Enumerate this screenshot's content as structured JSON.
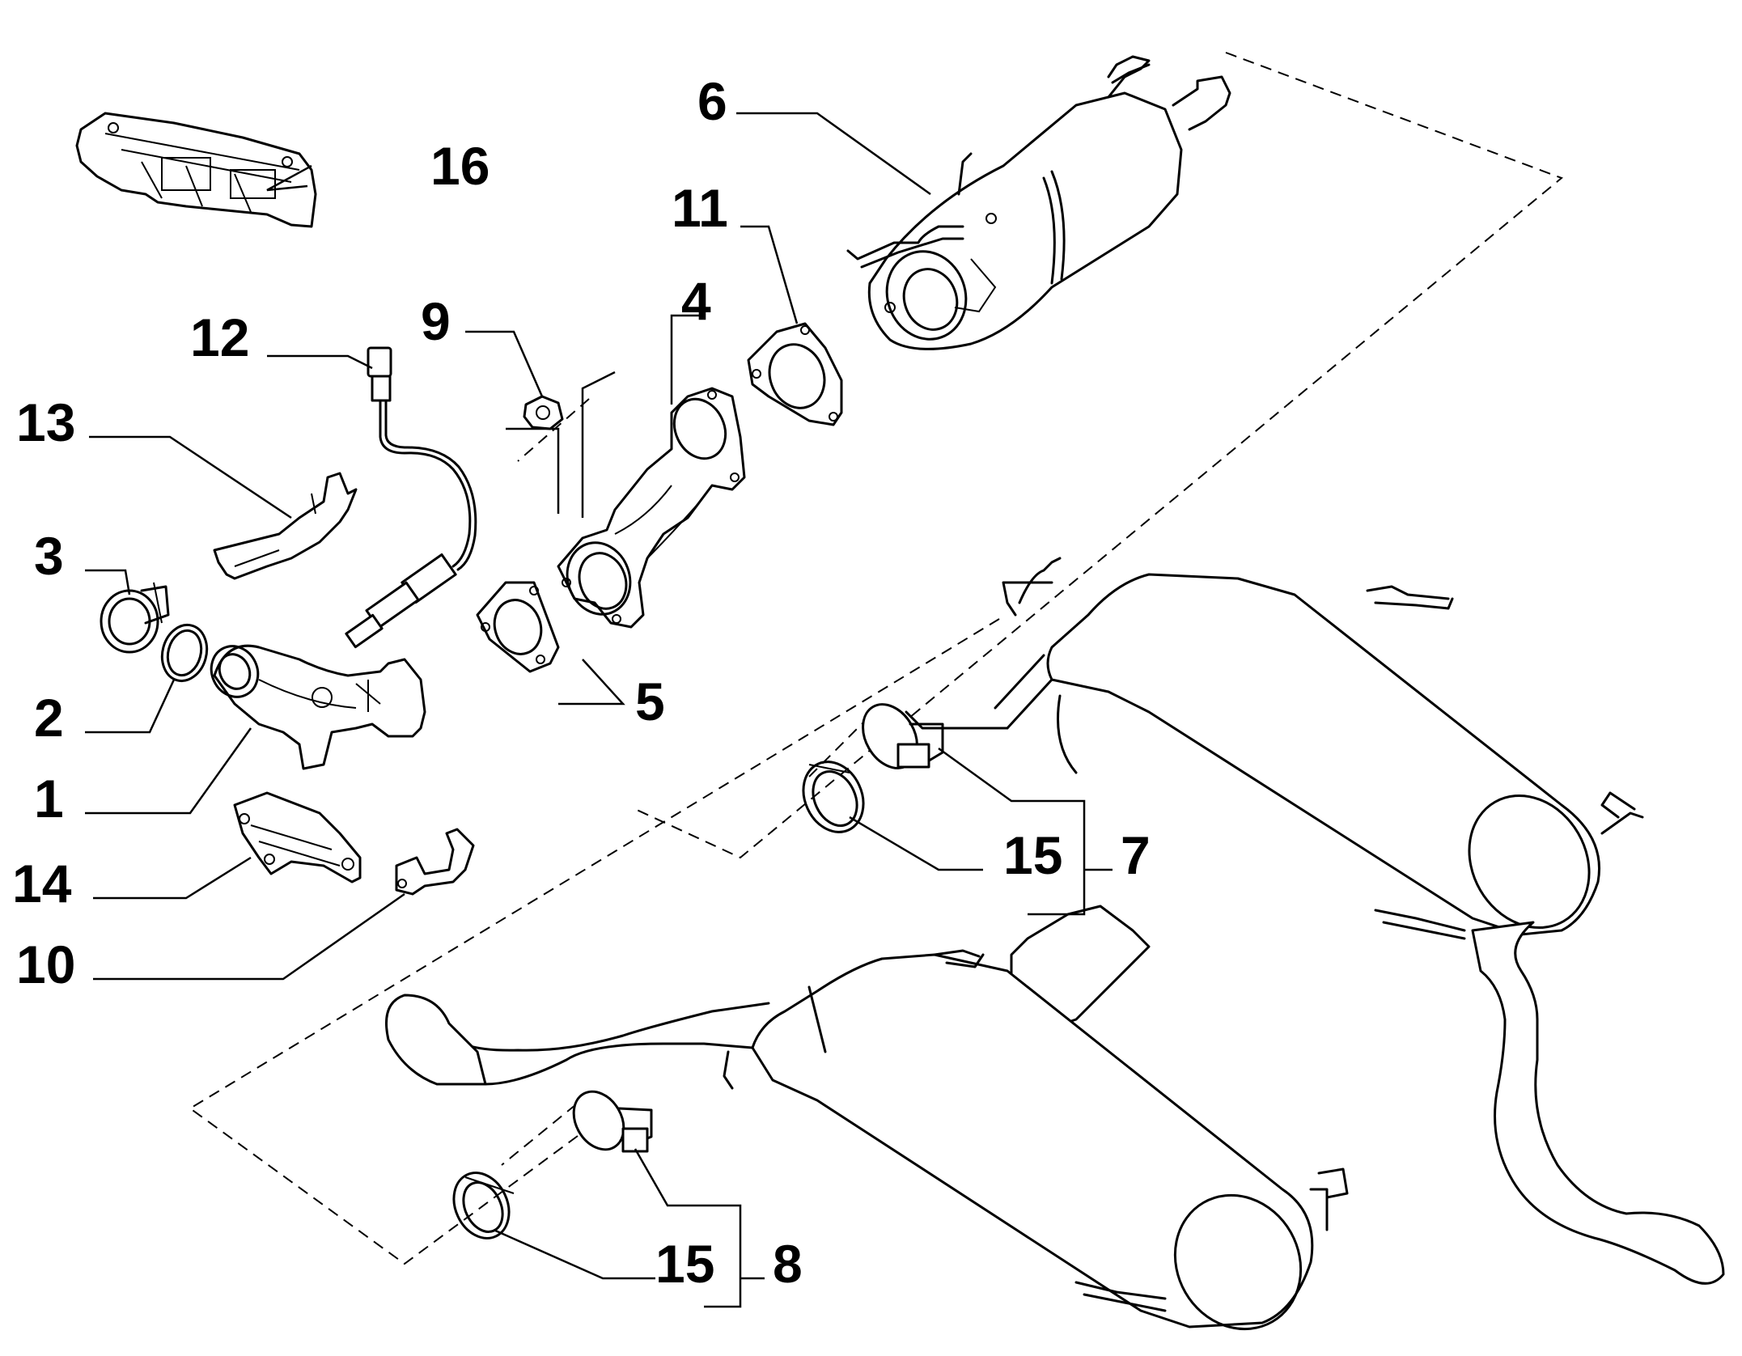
{
  "callouts": {
    "c1": "1",
    "c2": "2",
    "c3": "3",
    "c4": "4",
    "c5": "5",
    "c6": "6",
    "c7": "7",
    "c8": "8",
    "c9": "9",
    "c10": "10",
    "c11": "11",
    "c12": "12",
    "c13": "13",
    "c14": "14",
    "c15a": "15",
    "c15b": "15",
    "c16": "16"
  },
  "icons": {
    "heat_shield": "heat-shield-icon",
    "lambda_sensor": "lambda-sensor-icon",
    "bracket": "bracket-icon",
    "clamp": "clamp-icon",
    "gasket": "gasket-icon",
    "pipe": "pipe-icon",
    "catalyst": "catalyst-icon",
    "muffler": "muffler-icon",
    "nut": "nut-icon"
  }
}
